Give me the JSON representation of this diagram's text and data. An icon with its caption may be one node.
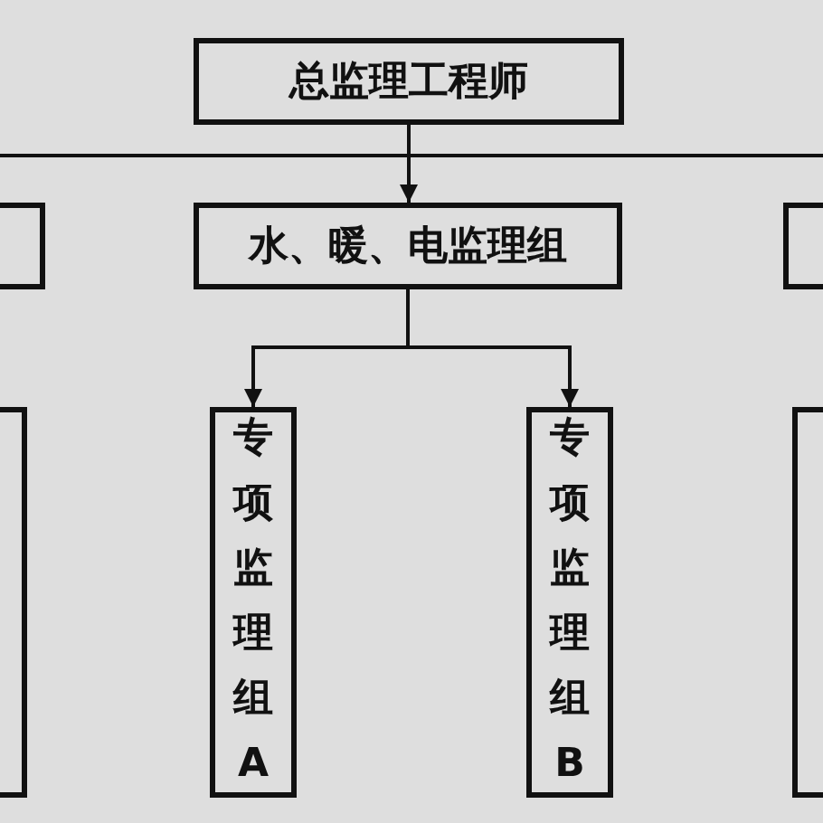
{
  "diagram": {
    "nodes": [
      {
        "text": [
          "总监理工程师"
        ]
      },
      {
        "text": [],
        "shape": "box"
      },
      {
        "text": [
          "水、暖、电监理组"
        ]
      },
      {
        "text": [],
        "shape": "box"
      },
      {
        "text": [],
        "shape": "box"
      },
      {
        "text": [
          "专项监理组A"
        ]
      },
      {
        "text": [
          "专项监理组B"
        ]
      },
      {
        "text": [],
        "shape": "box"
      }
    ],
    "edges": [
      {
        "from": 0,
        "to": 2,
        "arrow": "to"
      },
      {
        "from": 2,
        "to": 5,
        "arrow": "to"
      },
      {
        "from": 2,
        "to": 6,
        "arrow": "to"
      }
    ]
  }
}
